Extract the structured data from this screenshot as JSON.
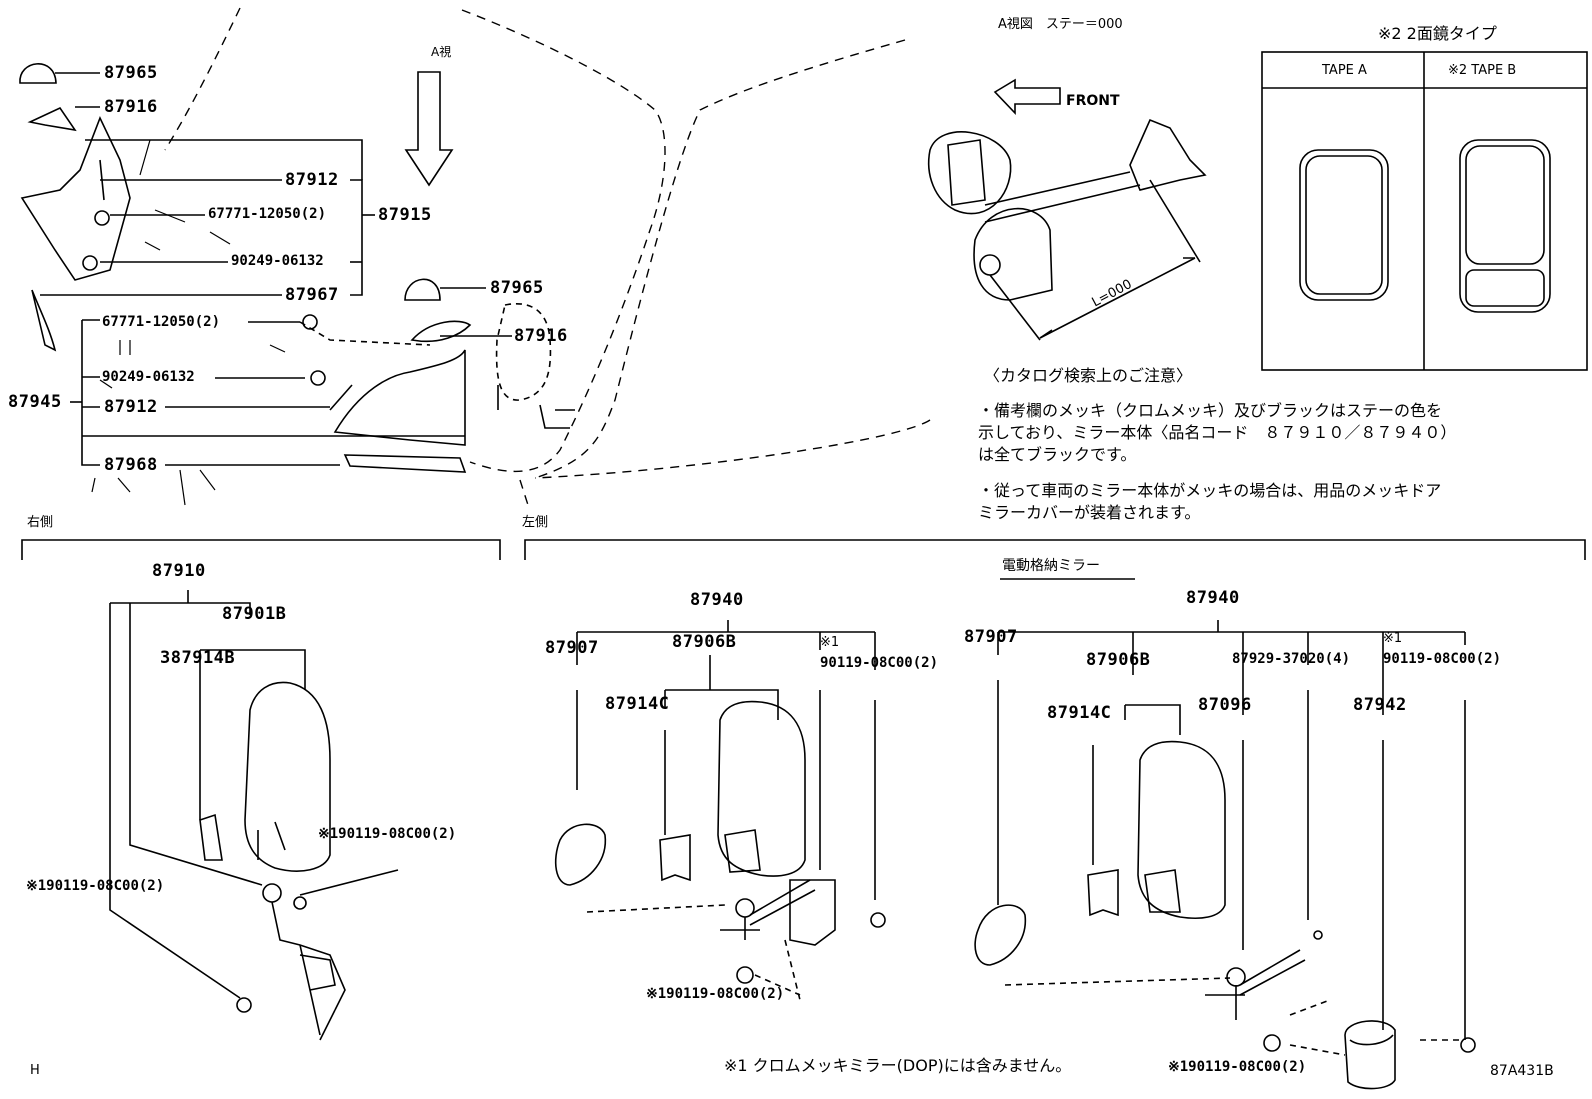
{
  "view_a": {
    "arrow_label": "A視",
    "title": "A視図　ステー＝000",
    "front_label": "FRONT",
    "dim_label": "L=000"
  },
  "tape_table": {
    "title": "※2 2面鏡タイプ",
    "col_a": "TAPE A",
    "col_b": "※2 TAPE B"
  },
  "catalog_note": {
    "heading": "〈カタログ検索上のご注意〉",
    "line1": "・備考欄のメッキ（クロムメッキ）及びブラックはステーの色を",
    "line2": "示しており、ミラー本体〈品名コード　８７９１０／８７９４０）",
    "line3": "は全てブラックです。",
    "line4": "・従って車両のミラー本体がメッキの場合は、用品のメッキドア",
    "line5": "ミラーカバーが装着されます。"
  },
  "top_parts": {
    "p87965a": "87965",
    "p87916a": "87916",
    "p87912a": "87912",
    "p67771a": "67771-12050(2)",
    "p87915": "87915",
    "p90249a": "90249-06132",
    "p87967": "87967",
    "p87965b": "87965",
    "p87916b": "87916",
    "p67771b": "67771-12050(2)",
    "p90249b": "90249-06132",
    "p87945": "87945",
    "p87912b": "87912",
    "p87968": "87968"
  },
  "sections": {
    "right_side": "右側",
    "left_side": "左側",
    "power_fold": "電動格納ミラー"
  },
  "right_group": {
    "p87910": "87910",
    "p87901B": "87901B",
    "p87914B": "387914B",
    "bolt_a": "※190119-08C00(2)",
    "bolt_b": "※190119-08C00(2)"
  },
  "left_group_1": {
    "p87940": "87940",
    "p87907": "87907",
    "p87906B": "87906B",
    "mark": "※1",
    "p90119": "90119-08C00(2)",
    "p87914C": "87914C",
    "bolt": "※190119-08C00(2)"
  },
  "left_group_2": {
    "p87940": "87940",
    "p87907": "87907",
    "p87906B": "87906B",
    "p87929": "87929-37020(4)",
    "mark": "※1",
    "p90119": "90119-08C00(2)",
    "p87914C": "87914C",
    "p87096": "87096",
    "p87942": "87942",
    "bolt": "※190119-08C00(2)"
  },
  "footer": {
    "note": "※1 クロムメッキミラー(DOP)には含みません。",
    "bolt": "※190119-08C00(2)",
    "code": "87A431B",
    "letter": "H"
  }
}
